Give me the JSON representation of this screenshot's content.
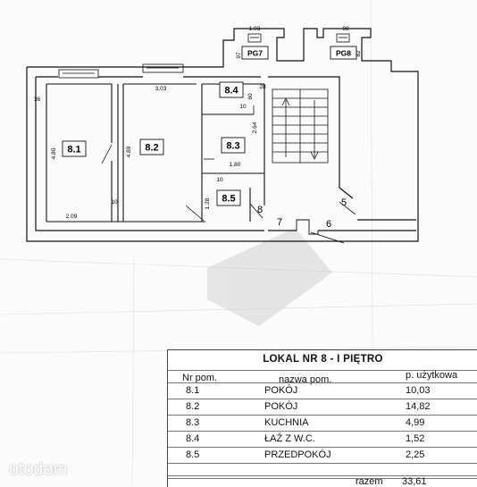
{
  "plan": {
    "rooms": [
      {
        "id": "8.1",
        "label": "8.1"
      },
      {
        "id": "8.2",
        "label": "8.2"
      },
      {
        "id": "8.3",
        "label": "8.3"
      },
      {
        "id": "8.4",
        "label": "8.4"
      },
      {
        "id": "8.5",
        "label": "8.5"
      }
    ],
    "stair_rooms": [
      "PG7",
      "PG8"
    ],
    "neighbors": [
      "5",
      "6",
      "7",
      "8"
    ],
    "dimensions": {
      "d_36": "36",
      "d_303": "3.03",
      "d_480": "4.80",
      "d_489": "4.89",
      "d_10_a": "10",
      "d_209": "2.09",
      "d_128": "1.28",
      "d_264": "2.64",
      "d_180": "1.80",
      "d_10_b": "10",
      "d_60": "60",
      "d_10_c": "10",
      "d_28": "28",
      "d_103": "1.03",
      "d_97": "97",
      "d_98": "98",
      "d_82": "82"
    }
  },
  "table": {
    "title": "LOKAL NR 8 - I PIĘTRO",
    "headers": {
      "nr": "Nr pom.",
      "name": "nazwa pom.",
      "area": "p. użytkowa"
    },
    "rows": [
      {
        "nr": "8.1",
        "name": "POKÓJ",
        "area": "10,03"
      },
      {
        "nr": "8.2",
        "name": "POKÓJ",
        "area": "14,82"
      },
      {
        "nr": "8.3",
        "name": "KUCHNIA",
        "area": "4,99"
      },
      {
        "nr": "8.4",
        "name": "ŁAŹ Z W.C.",
        "area": "1,52"
      },
      {
        "nr": "8.5",
        "name": "PRZEDPOKÓJ",
        "area": "2,25"
      }
    ],
    "total_label": "razem",
    "total_value": "33,61"
  },
  "watermark": {
    "logo_text": "otodom"
  }
}
